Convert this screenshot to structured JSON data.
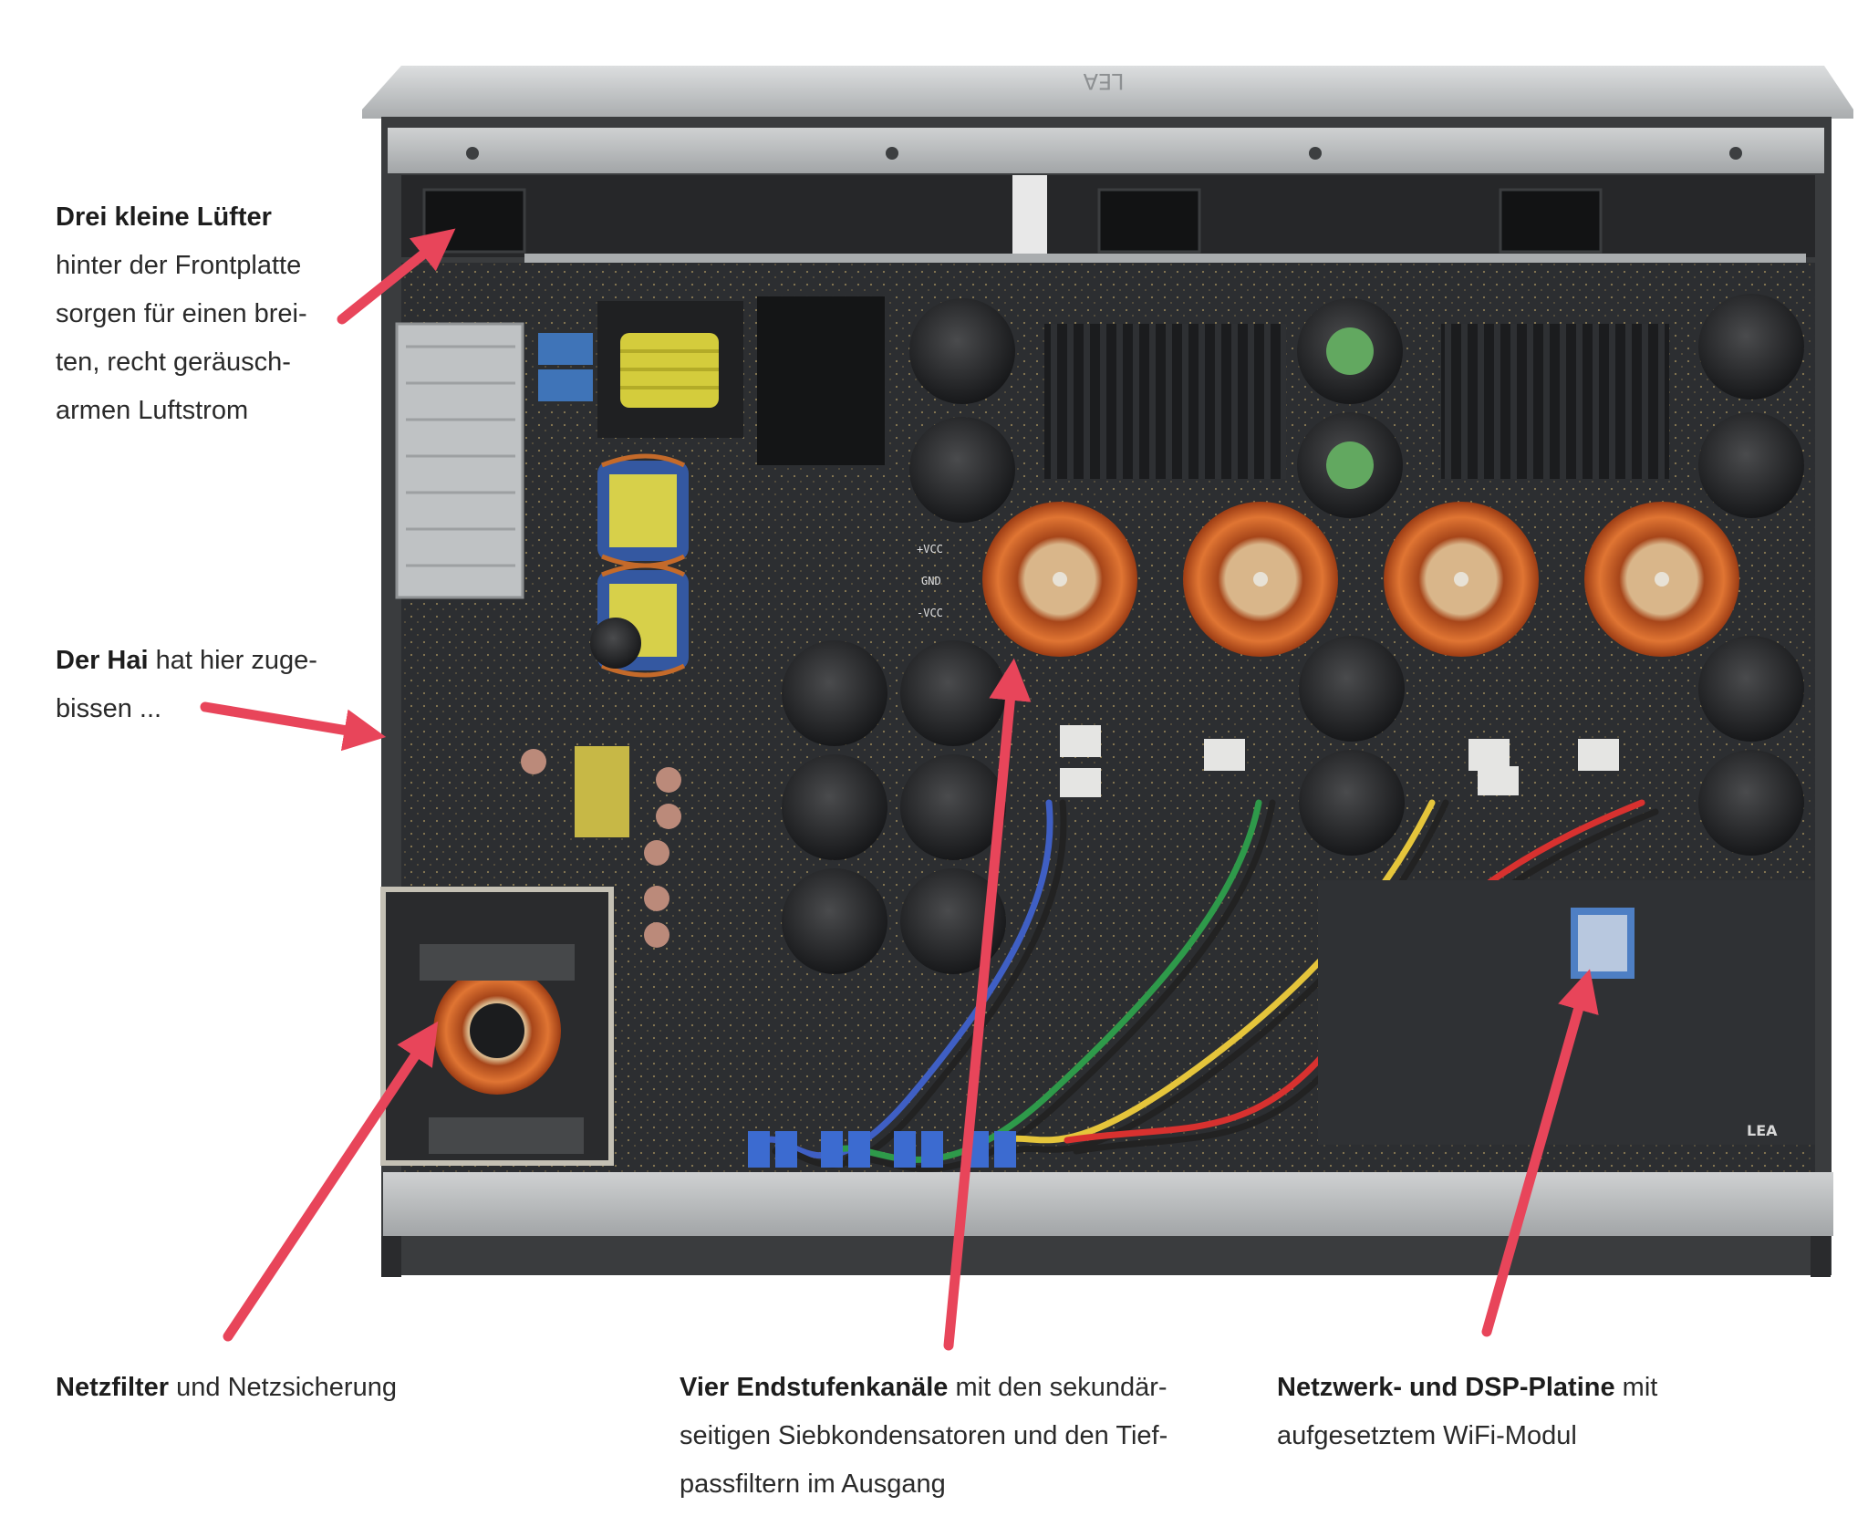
{
  "brand_label": "LEA",
  "captions": {
    "fans": {
      "lead": "Drei kleine Lüfter",
      "lines": [
        "hinter der Frontplatte",
        "sorgen für einen brei-",
        "ten, recht geräusch-",
        "armen Luftstrom"
      ]
    },
    "shark": {
      "lead": "Der Hai",
      "lead_rest": " hat hier zuge-",
      "lines": [
        "bissen ..."
      ]
    },
    "mains": {
      "lead": "Netzfilter",
      "lead_rest": " und Netzsicherung"
    },
    "amp": {
      "lead": "Vier Endstufenkanäle",
      "lead_rest": " mit den sekundär-",
      "lines": [
        "seitigen Siebkondensatoren und den Tief-",
        "passfiltern im Ausgang"
      ]
    },
    "network": {
      "lead": "Netzwerk- und DSP-Platine",
      "lead_rest": " mit",
      "lines": [
        "aufgesetztem WiFi-Modul"
      ]
    }
  },
  "pcb_labels": {
    "vcc_plus": "+VCC",
    "gnd": "GND",
    "vcc_minus": "-VCC"
  },
  "colors": {
    "arrow": "#e8455a",
    "pcb": "#2b2d2f",
    "chassis": "#b9bcbe",
    "copper": "#c8581f",
    "capacitor": "#1c1d1f"
  }
}
